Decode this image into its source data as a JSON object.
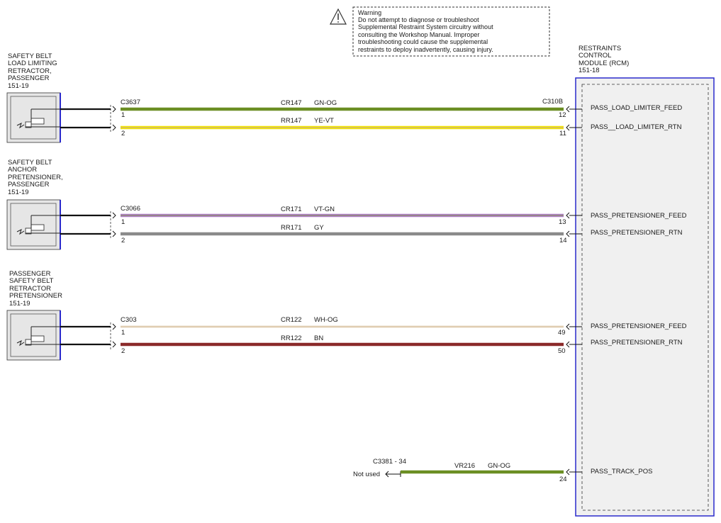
{
  "warning": {
    "title": "Warning",
    "lines": [
      "Do not attempt to diagnose or troubleshoot",
      "Supplemental Restraint System circuitry without",
      "consulting the Workshop Manual. Improper",
      "troubleshooting could cause the supplemental",
      "restraints to deploy inadvertently, causing injury."
    ]
  },
  "rcm": {
    "lines": [
      "RESTRAINTS",
      "CONTROL",
      "MODULE (RCM)",
      "151-18"
    ]
  },
  "components": [
    {
      "lines": [
        "SAFETY BELT",
        "LOAD LIMITING",
        "RETRACTOR,",
        "PASSENGER",
        "151-19"
      ]
    },
    {
      "lines": [
        "SAFETY BELT",
        "ANCHOR",
        "PRETENSIONER,",
        "PASSENGER",
        "151-19"
      ]
    },
    {
      "lines": [
        "PASSENGER",
        "SAFETY BELT",
        "RETRACTOR",
        "PRETENSIONER",
        "151-19"
      ]
    }
  ],
  "groups": [
    {
      "connector": "C3637",
      "rcm_connector": "C310B",
      "wires": [
        {
          "circuit": "CR147",
          "color_code": "GN-OG",
          "pin_left": "1",
          "pin_right": "12",
          "signal": "PASS_LOAD_LIMITER_FEED",
          "color": "#6b8e23"
        },
        {
          "circuit": "RR147",
          "color_code": "YE-VT",
          "pin_left": "2",
          "pin_right": "11",
          "signal": "PASS__LOAD_LIMITER_RTN",
          "color": "#f2e600"
        }
      ]
    },
    {
      "connector": "C3066",
      "rcm_connector": "",
      "wires": [
        {
          "circuit": "CR171",
          "color_code": "VT-GN",
          "pin_left": "1",
          "pin_right": "13",
          "signal": "PASS_PRETENSIONER_FEED",
          "color": "#b080c8"
        },
        {
          "circuit": "RR171",
          "color_code": "GY",
          "pin_left": "2",
          "pin_right": "14",
          "signal": "PASS_PRETENSIONER_RTN",
          "color": "#8a8a8a"
        }
      ]
    },
    {
      "connector": "C303",
      "rcm_connector": "",
      "wires": [
        {
          "circuit": "CR122",
          "color_code": "WH-OG",
          "pin_left": "1",
          "pin_right": "49",
          "signal": "PASS_PRETENSIONER_FEED",
          "color": "#e8dcc8"
        },
        {
          "circuit": "RR122",
          "color_code": "BN",
          "pin_left": "2",
          "pin_right": "50",
          "signal": "PASS_PRETENSIONER_RTN",
          "color": "#8b2a2a"
        }
      ]
    }
  ],
  "track": {
    "connector": "C3381 - 34",
    "not_used": "Not used",
    "circuit": "VR216",
    "color_code": "GN-OG",
    "pin_right": "24",
    "signal": "PASS_TRACK_POS",
    "color": "#6b8e23"
  },
  "colors": {
    "module_border": "#2a2acc",
    "module_fill": "#f0f0f0",
    "component_fill": "#e6e6e6"
  }
}
